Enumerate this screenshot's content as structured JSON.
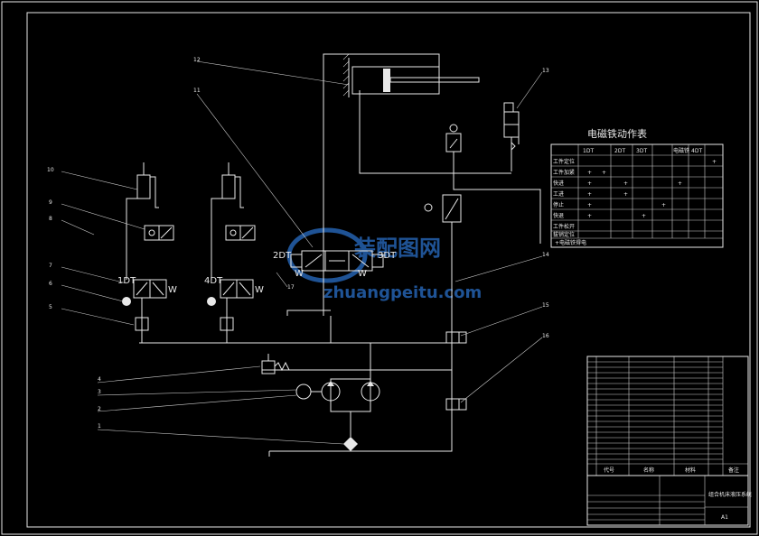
{
  "callouts": [
    "1",
    "2",
    "3",
    "4",
    "5",
    "6",
    "7",
    "8",
    "9",
    "10",
    "11",
    "12",
    "13",
    "14",
    "15",
    "16",
    "17"
  ],
  "solenoids": {
    "s1": "1DT",
    "s2": "2DT",
    "s3": "3DT",
    "s4": "4DT"
  },
  "spring": "W",
  "action_table": {
    "title": "电磁铁动作表",
    "headers": [
      "",
      "1DT",
      "2DT",
      "3DT",
      "4DT",
      "电磁铁"
    ],
    "rows": [
      {
        "step": "工件定位",
        "marks": [
          "",
          "",
          "",
          "",
          "+"
        ]
      },
      {
        "step": "工件加紧",
        "marks": [
          "+",
          "+",
          "",
          "",
          ""
        ]
      },
      {
        "step": "快进",
        "marks": [
          "+",
          "",
          "+",
          "",
          "+"
        ]
      },
      {
        "step": "工进",
        "marks": [
          "+",
          "",
          "+",
          "",
          ""
        ]
      },
      {
        "step": "停止",
        "marks": [
          "+",
          "",
          "",
          "+",
          ""
        ]
      },
      {
        "step": "快退",
        "marks": [
          "+",
          "",
          "+",
          "",
          ""
        ]
      },
      {
        "step": "工件松开",
        "marks": [
          "",
          "",
          "",
          "",
          ""
        ]
      },
      {
        "step": "拔销定位",
        "marks": [
          "",
          "",
          "",
          "",
          ""
        ]
      }
    ],
    "note": "+电磁铁得电"
  },
  "title_block": {
    "col_code": "代号",
    "col_name": "名称",
    "col_material": "材料",
    "col_remark": "备注",
    "drawing_title": "组合机床液压系统",
    "sheet_size": "A1"
  },
  "watermark": {
    "cn": "装配图网",
    "url": "zhuangpeitu.com"
  },
  "colors": {
    "background": "#000000",
    "line": "#e8e8e8",
    "watermark": "#2a6fc7"
  }
}
